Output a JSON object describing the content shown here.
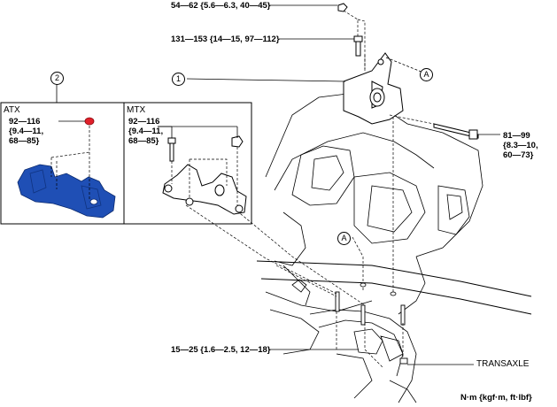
{
  "torques": {
    "t1": "54—62 {5.6—6.3, 40—45}",
    "t2": "131—153 {14—15, 97—112}",
    "t3_l1": "81—99",
    "t3_l2": "{8.3—10,",
    "t3_l3": "60—73}",
    "t4": "15—25 {1.6—2.5, 12—18}",
    "atx_l1": "92—116",
    "atx_l2": "{9.4—11,",
    "atx_l3": "68—85}",
    "mtx_l1": "92—116",
    "mtx_l2": "{9.4—11,",
    "mtx_l3": "68—85}"
  },
  "callouts": {
    "c1": "1",
    "c2": "2",
    "a_upper": "A",
    "a_lower": "A"
  },
  "panels": {
    "atx_title": "ATX",
    "mtx_title": "MTX"
  },
  "labels": {
    "transaxle": "TRANSAXLE",
    "units": "N·m {kgf·m, ft·lbf}"
  },
  "colors": {
    "atx_part": "#1f4fb5",
    "atx_bolt": "#e0202a",
    "line": "#000000"
  }
}
